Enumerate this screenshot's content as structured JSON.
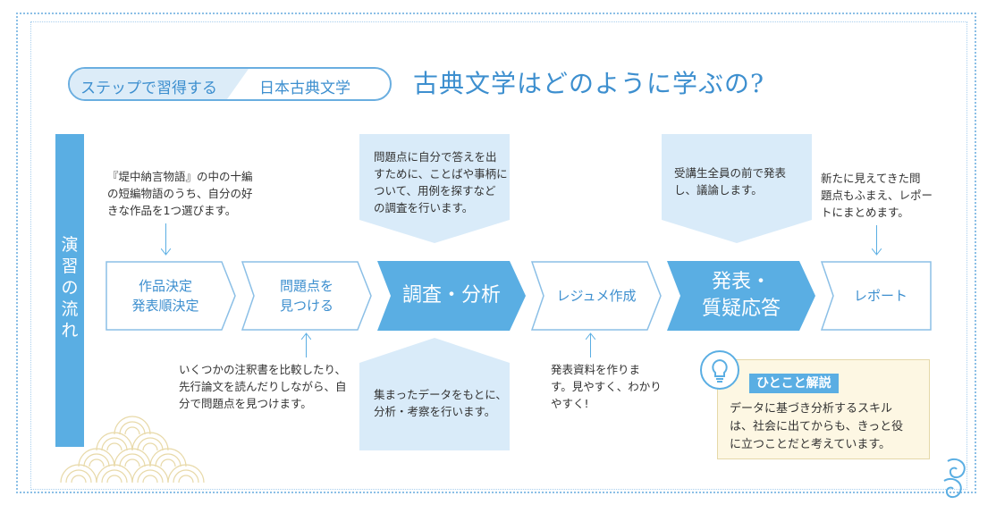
{
  "header": {
    "step_label": "ステップで習得する",
    "subject": "日本古典文学",
    "title": "古典文学はどのように学ぶの?"
  },
  "side_label": "演\n習\nの\n流\nれ",
  "steps": [
    {
      "label": "作品決定\n発表順決定",
      "style": "light"
    },
    {
      "label": "問題点を\n見つける",
      "style": "light"
    },
    {
      "label": "調査・分析",
      "style": "strong"
    },
    {
      "label": "レジュメ作成",
      "style": "light"
    },
    {
      "label": "発表・\n質疑応答",
      "style": "strong"
    },
    {
      "label": "レポート",
      "style": "light"
    }
  ],
  "notes": {
    "step1_above": "『堤中納言物語』の中の十編\nの短編物語のうち、自分の好\nきな作品を1つ選びます。",
    "step2_below": "いくつかの注釈書を比較したり、\n先行論文を読んだりしながら、自\n分で問題点を見つけます。",
    "step3_above": "問題点に自分で答えを出\nすために、ことばや事柄に\nついて、用例を探すなど\nの調査を行います。",
    "step3_below": "集まったデータをもとに、\n分析・考察を行います。",
    "step4_below": "発表資料を作りま\nす。見やすく、わかり\nやすく!",
    "step5_above": "受講生全員の前で発表\nし、議論します。",
    "step6_above": "新たに見えてきた問\n題点もふまえ、レポー\nトにまとめます。"
  },
  "tip": {
    "badge": "ひとこと解説",
    "text": "データに基づき分析するスキル\nは、社会に出てからも、きっと役\nに立つことだと考えています。"
  },
  "colors": {
    "accent": "#5aaee3",
    "accent_text": "#3d8fcf",
    "light_fill": "#d9ebf9",
    "tip_bg": "#fdf7e3"
  }
}
